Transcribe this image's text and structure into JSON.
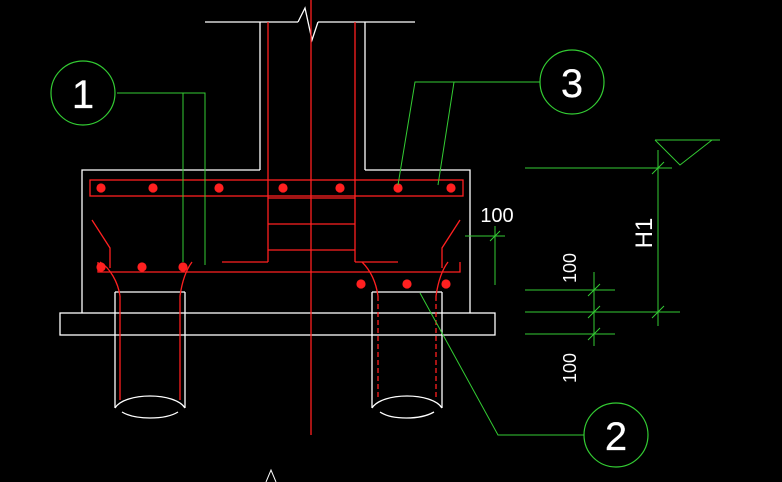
{
  "colors": {
    "background": "#000000",
    "concrete_outline": "#ffffff",
    "rebar": "#ff2020",
    "leader": "#33cc33",
    "dimension": "#33cc33",
    "dimension_text": "#ffffff"
  },
  "callouts": [
    {
      "id": "callout-1",
      "label": "1"
    },
    {
      "id": "callout-2",
      "label": "2"
    },
    {
      "id": "callout-3",
      "label": "3"
    }
  ],
  "dimensions": {
    "cover_horizontal": "100",
    "upper_offset": "100",
    "lower_offset": "100",
    "depth": "H1"
  }
}
